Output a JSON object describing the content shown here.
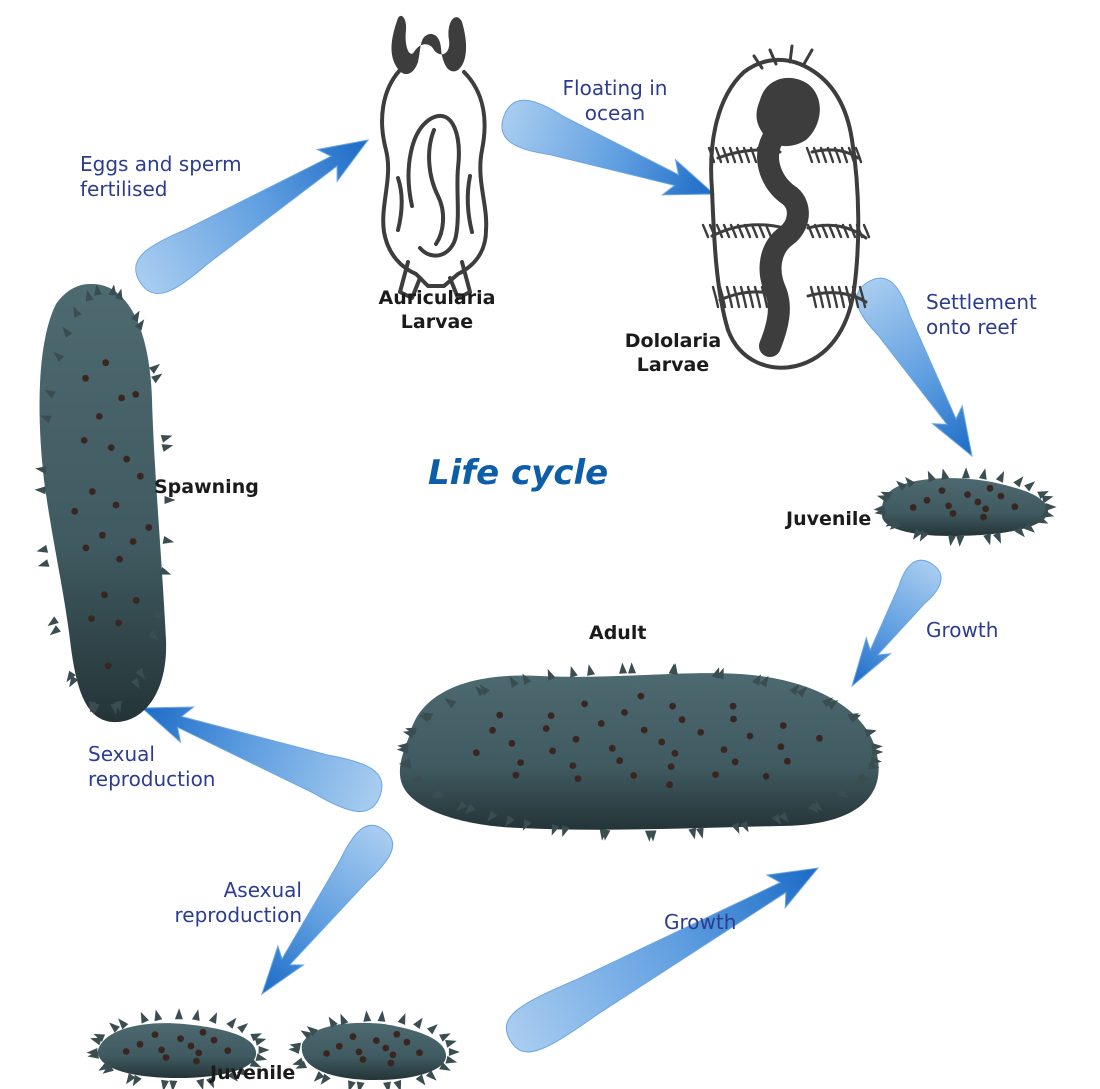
{
  "diagram": {
    "title": "Life cycle",
    "stages": {
      "auricularia": [
        "Auricularia",
        "Larvae"
      ],
      "dololaria": [
        "Dololaria",
        "Larvae"
      ],
      "juvenile_top": [
        "Juvenile"
      ],
      "adult": [
        "Adult"
      ],
      "spawning": [
        "Spawning"
      ],
      "juvenile_bottom": [
        "Juvenile"
      ]
    },
    "transitions": {
      "fertilised": [
        "Eggs and sperm",
        "fertilised"
      ],
      "floating": [
        "Floating in",
        "ocean"
      ],
      "settlement": [
        "Settlement",
        "onto reef"
      ],
      "growth_top": [
        "Growth"
      ],
      "sexual": [
        "Sexual",
        "reproduction"
      ],
      "asexual": [
        "Asexual",
        "reproduction"
      ],
      "growth_bottom": [
        "Growth"
      ]
    }
  },
  "colors": {
    "arrow_light": "#a9cdf0",
    "arrow_dark": "#1c6bc6",
    "sea_cucumber": "#3f5a60",
    "papillae": "#3a2620",
    "larva_ink": "#3d3d3d",
    "step_text": "#2c3d8f",
    "title_text": "#0d5ea8"
  }
}
